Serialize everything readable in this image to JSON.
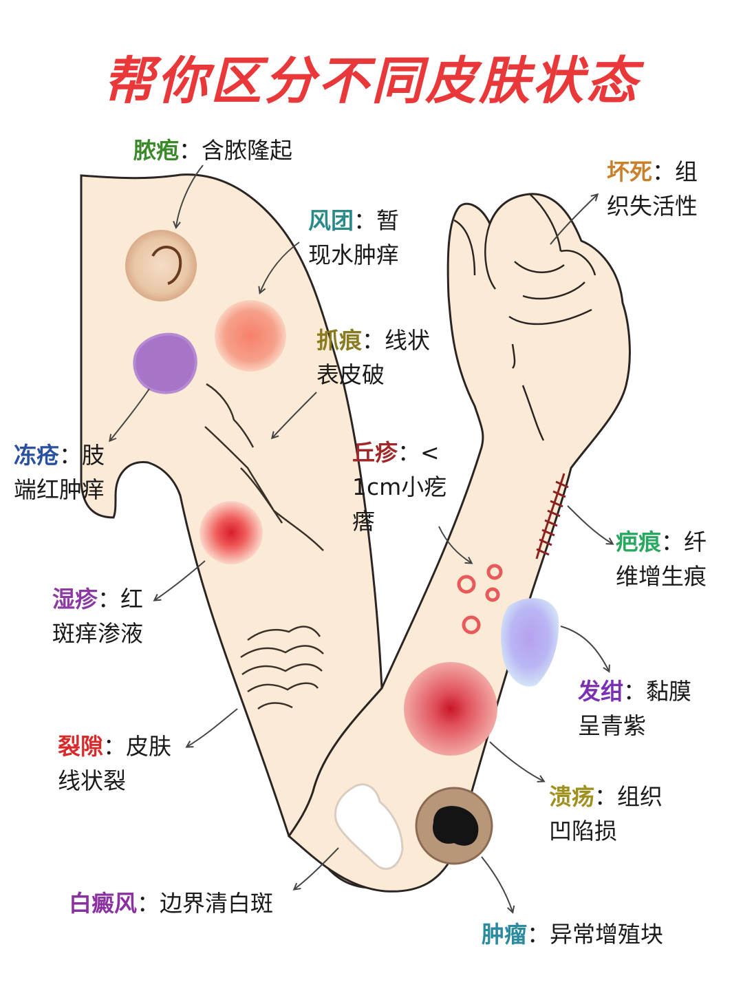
{
  "title": {
    "text": "帮你区分不同皮肤状态",
    "color": "#e8383a"
  },
  "colors": {
    "skin": "#fbead5",
    "outline": "#2a2522",
    "arrow": "#444444"
  },
  "conditions": [
    {
      "id": "pustule",
      "term": "脓疱",
      "sep": "：",
      "desc": [
        "含脓隆起"
      ],
      "color": "#3a8a2a"
    },
    {
      "id": "urticaria",
      "term": "风团",
      "sep": "：",
      "desc": [
        "暂",
        "现水肿痒"
      ],
      "color": "#2a8a8a"
    },
    {
      "id": "necrosis",
      "term": "坏死",
      "sep": "：",
      "desc": [
        "组",
        "织失活性"
      ],
      "color": "#c8802a"
    },
    {
      "id": "excoriation",
      "term": "抓痕",
      "sep": "：",
      "desc": [
        "线状",
        "表皮破"
      ],
      "color": "#8a7a20"
    },
    {
      "id": "chilblain",
      "term": "冻疮",
      "sep": "：",
      "desc": [
        "肢",
        "端红肿痒"
      ],
      "color": "#2a50a0"
    },
    {
      "id": "papule",
      "term": "丘疹",
      "sep": "：",
      "desc": [
        "<",
        "1cm小疙",
        "瘩"
      ],
      "color": "#a02828"
    },
    {
      "id": "scar",
      "term": "疤痕",
      "sep": "：",
      "desc": [
        "纤",
        "维增生痕"
      ],
      "color": "#2aa860"
    },
    {
      "id": "eczema",
      "term": "湿疹",
      "sep": "：",
      "desc": [
        "红",
        "斑痒渗液"
      ],
      "color": "#8a3aa0"
    },
    {
      "id": "cyanosis",
      "term": "发绀",
      "sep": "：",
      "desc": [
        "黏膜",
        "呈青紫"
      ],
      "color": "#7a30b0"
    },
    {
      "id": "fissure",
      "term": "裂隙",
      "sep": "：",
      "desc": [
        "皮肤",
        "线状裂"
      ],
      "color": "#d82a2a"
    },
    {
      "id": "ulcer",
      "term": "溃疡",
      "sep": "：",
      "desc": [
        "组织",
        "凹陷损"
      ],
      "color": "#a09020"
    },
    {
      "id": "vitiligo",
      "term": "白癜风",
      "sep": "：",
      "desc": [
        "边界清白斑"
      ],
      "color": "#8a30a0"
    },
    {
      "id": "tumor",
      "term": "肿瘤",
      "sep": "：",
      "desc": [
        "异常增殖块"
      ],
      "color": "#2a8aa0"
    }
  ]
}
